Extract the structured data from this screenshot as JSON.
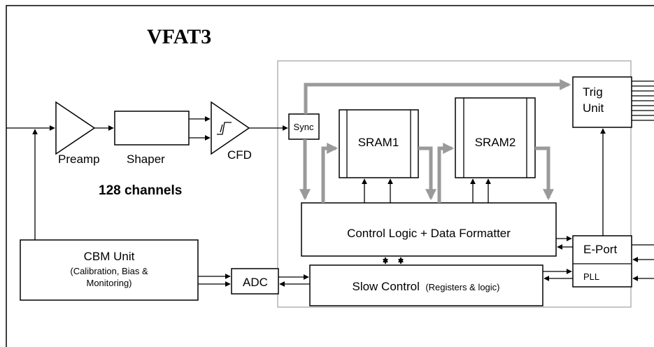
{
  "title": "VFAT3",
  "channels_label": "128 channels",
  "blocks": {
    "preamp": "Preamp",
    "shaper": "Shaper",
    "cfd": "CFD",
    "sync": "Sync",
    "sram1": "SRAM1",
    "sram2": "SRAM2",
    "trig_unit_line1": "Trig",
    "trig_unit_line2": "Unit",
    "control_logic": "Control Logic + Data Formatter",
    "eport": "E-Port",
    "pll": "PLL",
    "slow_control": "Slow Control",
    "slow_control_sub": "(Registers & logic)",
    "adc": "ADC",
    "cbm_title": "CBM Unit",
    "cbm_sub1": "(Calibration, Bias &",
    "cbm_sub2": "Monitoring)"
  },
  "colors": {
    "line": "#000000",
    "data_path": "#9a9a9a",
    "digital_region": "#b3b3b3"
  }
}
